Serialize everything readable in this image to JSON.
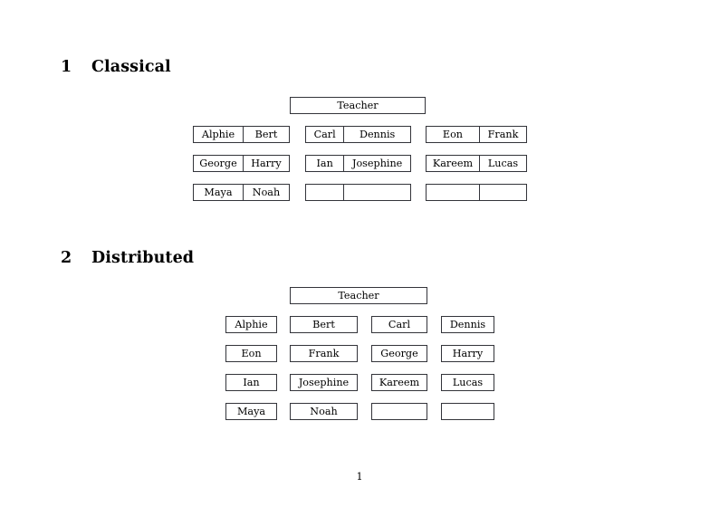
{
  "document": {
    "page_number": "1"
  },
  "sections": [
    {
      "number": "1",
      "title": "Classical",
      "teacher_label": "Teacher",
      "layout": "merged-pairs",
      "columns": [
        {
          "rows": [
            [
              "Alphie",
              "Bert"
            ],
            [
              "George",
              "Harry"
            ],
            [
              "Maya",
              "Noah"
            ]
          ]
        },
        {
          "rows": [
            [
              "Carl",
              "Dennis"
            ],
            [
              "Ian",
              "Josephine"
            ],
            [
              "",
              ""
            ]
          ]
        },
        {
          "rows": [
            [
              "Eon",
              "Frank"
            ],
            [
              "Kareem",
              "Lucas"
            ],
            [
              "",
              ""
            ]
          ]
        }
      ]
    },
    {
      "number": "2",
      "title": "Distributed",
      "teacher_label": "Teacher",
      "layout": "separate-boxes",
      "rows": [
        [
          "Alphie",
          "Bert",
          "Carl",
          "Dennis"
        ],
        [
          "Eon",
          "Frank",
          "George",
          "Harry"
        ],
        [
          "Ian",
          "Josephine",
          "Kareem",
          "Lucas"
        ],
        [
          "Maya",
          "Noah",
          "",
          ""
        ]
      ]
    }
  ],
  "colors": {
    "page_background": "#ffffff",
    "text": "#000000",
    "box_border": "#33343a"
  }
}
